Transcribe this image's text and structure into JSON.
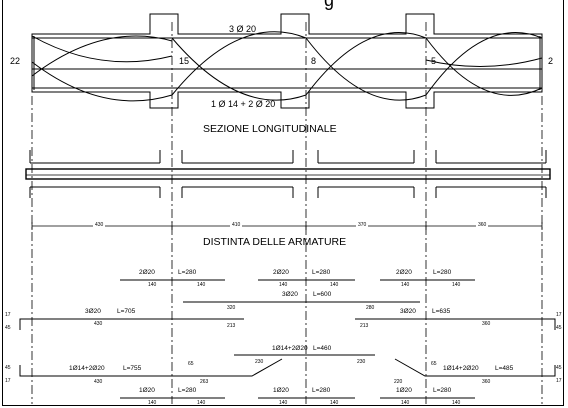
{
  "header": {
    "title_fragment": "g"
  },
  "beam": {
    "top_bar_label": "3 Ø 20",
    "bottom_bar_label": "1 Ø 14 + 2 Ø 20",
    "end_left": "22",
    "end_right": "2",
    "support_marks": [
      "15",
      "8",
      "5"
    ]
  },
  "sections": {
    "longitudinal": "SEZIONE LONGITUDINALE",
    "schedule": "DISTINTA DELLE ARMATURE"
  },
  "spans": [
    "430",
    "410",
    "370",
    "360"
  ],
  "schedule": {
    "top_short": [
      {
        "bars": "2Ø20",
        "length": "L=280",
        "left": "140",
        "right": "140"
      },
      {
        "bars": "2Ø20",
        "length": "L=280",
        "left": "140",
        "right": "140"
      },
      {
        "bars": "2Ø20",
        "length": "L=280",
        "left": "140",
        "right": "140"
      }
    ],
    "top_mid": {
      "bars": "3Ø20",
      "length": "L=600",
      "left": "320",
      "right": "280"
    },
    "top_long_left": {
      "bars": "3Ø20",
      "length": "L=705",
      "hook": "17",
      "leg": "45",
      "span": "430",
      "end": "213"
    },
    "top_long_right": {
      "bars": "3Ø20",
      "length": "L=635",
      "hook": "17",
      "leg": "45",
      "span": "360",
      "end": "213"
    },
    "bottom_mid": {
      "bars": "1Ø14+2Ø20",
      "length": "L=460",
      "left": "230",
      "right": "230"
    },
    "bottom_long_left": {
      "bars": "1Ø14+2Ø20",
      "length": "L=755",
      "hook": "17",
      "leg": "45",
      "span": "430",
      "bend": "65",
      "end": "263"
    },
    "bottom_long_right": {
      "bars": "1Ø14+2Ø20",
      "length": "L=485",
      "hook": "17",
      "leg": "45",
      "span": "360",
      "bend": "65",
      "end": "220"
    },
    "bottom_short": [
      {
        "bars": "1Ø20",
        "length": "L=280",
        "left": "140",
        "right": "140"
      },
      {
        "bars": "1Ø20",
        "length": "L=280",
        "left": "140",
        "right": "140"
      },
      {
        "bars": "1Ø20",
        "length": "L=280",
        "left": "140",
        "right": "140"
      }
    ]
  }
}
